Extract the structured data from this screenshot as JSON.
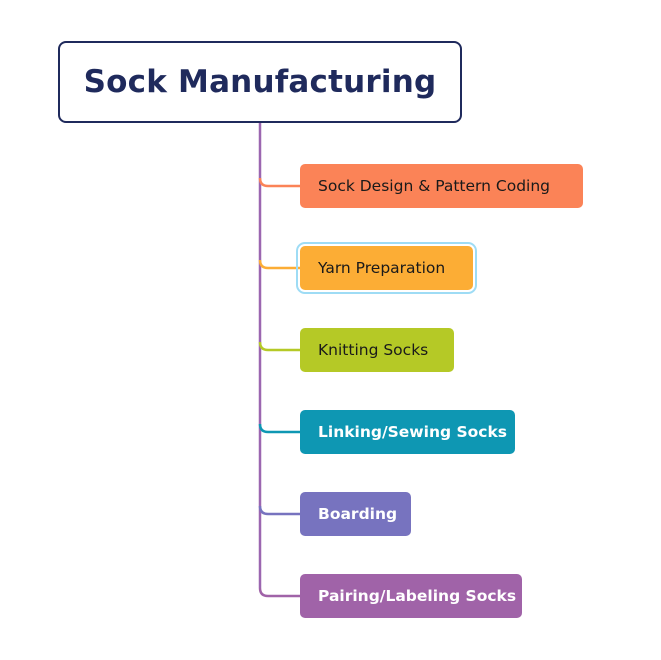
{
  "diagram": {
    "root": {
      "title": "Sock Manufacturing"
    },
    "nodes": [
      {
        "label": "Sock Design & Pattern Coding",
        "color": "#fb8357",
        "text_color": "#1a1a1a",
        "bold": false,
        "selected": false
      },
      {
        "label": "Yarn Preparation",
        "color": "#fcad35",
        "text_color": "#1a1a1a",
        "bold": false,
        "selected": true
      },
      {
        "label": "Knitting Socks",
        "color": "#b5c926",
        "text_color": "#1a1a1a",
        "bold": false,
        "selected": false
      },
      {
        "label": "Linking/Sewing Socks",
        "color": "#0e97b3",
        "text_color": "#ffffff",
        "bold": true,
        "selected": false
      },
      {
        "label": "Boarding",
        "color": "#7773bf",
        "text_color": "#ffffff",
        "bold": true,
        "selected": false
      },
      {
        "label": "Pairing/Labeling Socks",
        "color": "#a063a8",
        "text_color": "#ffffff",
        "bold": true,
        "selected": false
      }
    ],
    "trunk_color": "#9b66b0"
  }
}
